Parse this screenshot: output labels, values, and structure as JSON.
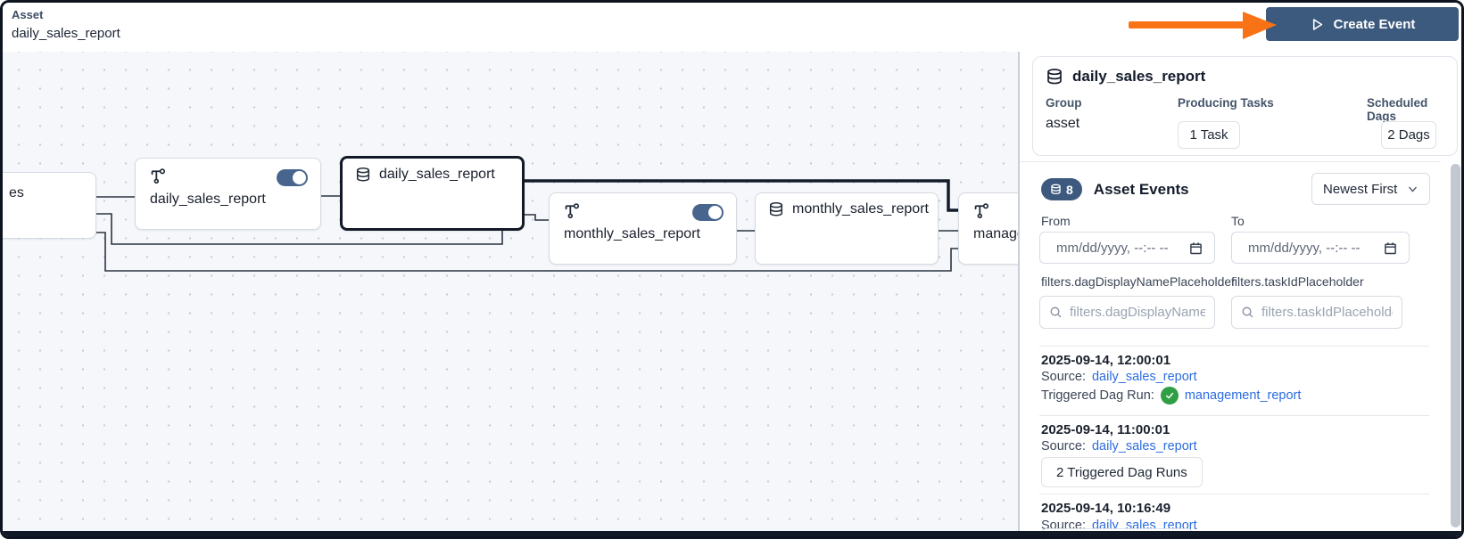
{
  "header": {
    "breadcrumb": "Asset",
    "title": "daily_sales_report",
    "create_event_label": "Create Event"
  },
  "graph": {
    "nodes": [
      {
        "label": "es",
        "type": "asset-partial"
      },
      {
        "label": "daily_sales_report",
        "type": "dag",
        "toggle_on": true
      },
      {
        "label": "daily_sales_report",
        "type": "asset",
        "selected": true
      },
      {
        "label": "monthly_sales_report",
        "type": "dag",
        "toggle_on": true
      },
      {
        "label": "monthly_sales_report",
        "type": "asset"
      },
      {
        "label": "management_report",
        "type": "dag-partial"
      }
    ]
  },
  "panel": {
    "asset": {
      "name": "daily_sales_report",
      "group_label": "Group",
      "group_value": "asset",
      "producing_tasks_label": "Producing Tasks",
      "producing_tasks_value": "1 Task",
      "scheduled_dags_label": "Scheduled Dags",
      "scheduled_dags_value": "2 Dags"
    },
    "events": {
      "count": "8",
      "heading": "Asset Events",
      "sort": "Newest First",
      "from_label": "From",
      "to_label": "To",
      "date_placeholder": "mm/dd/yyyy, --:-- --",
      "dag_filter_label": "filters.dagDisplayNamePlaceholder",
      "dag_filter_placeholder": "filters.dagDisplayNamePlaceholder",
      "task_filter_label": "filters.taskIdPlaceholder",
      "task_filter_placeholder": "filters.taskIdPlaceholder",
      "source_label": "Source:",
      "triggered_label": "Triggered Dag Run:",
      "items": [
        {
          "timestamp": "2025-09-14, 12:00:01",
          "source": "daily_sales_report",
          "triggered_dag_run": "management_report"
        },
        {
          "timestamp": "2025-09-14, 11:00:01",
          "source": "daily_sales_report",
          "runs_button": "2 Triggered Dag Runs"
        },
        {
          "timestamp": "2025-09-14, 10:16:49",
          "source": "daily_sales_report"
        }
      ]
    }
  },
  "colors": {
    "accent_blue": "#3c5a7d",
    "toggle_blue": "#48658d",
    "link_blue": "#2b6cdf",
    "success_green": "#2f9e44",
    "annotation_orange": "#f97316",
    "canvas_bg": "#f5f7fa",
    "frame_dark": "#0d1420"
  }
}
